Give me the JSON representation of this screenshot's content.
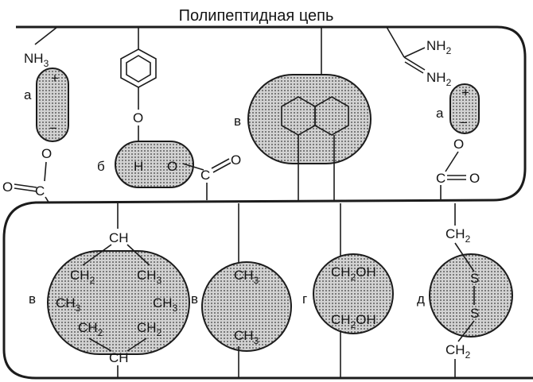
{
  "title": "Полипептидная цепь",
  "labels": {
    "a": "а",
    "b": "б",
    "v": "в",
    "g": "г",
    "d": "д"
  },
  "groups": {
    "nh3": "NH",
    "nh3_sub": "3",
    "nh2": "NH",
    "nh2_sub": "2",
    "plus": "+",
    "minus": "−",
    "o": "O",
    "h": "H",
    "ch": "CH",
    "ch2": "CH",
    "ch2_sub": "2",
    "ch3": "CH",
    "ch3_sub": "3",
    "ch2oh": "CH",
    "ch2oh_tail": "OH",
    "s": "S"
  }
}
